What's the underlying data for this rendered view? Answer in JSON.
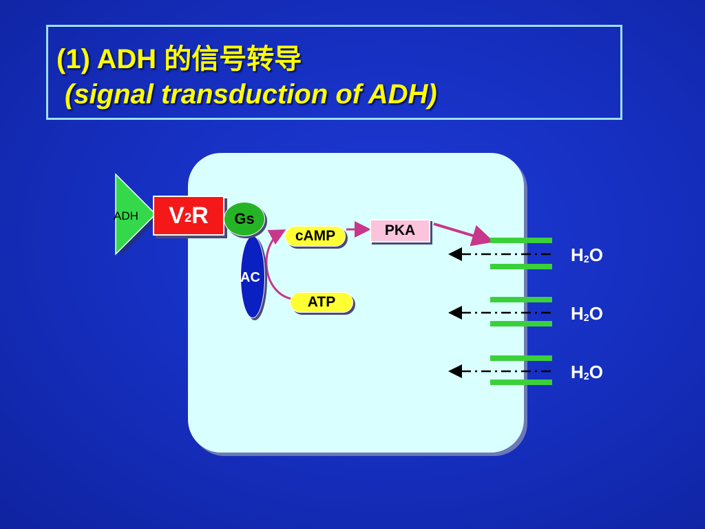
{
  "title": {
    "line1": "(1) ADH 的信号转导",
    "line2": "(signal transduction of ADH)"
  },
  "diagram": {
    "ligand": "ADH",
    "receptor": {
      "base": "V",
      "sub": "2",
      "tail": "R"
    },
    "g_protein": "Gs",
    "enzyme": "AC",
    "second_messenger": "cAMP",
    "substrate": "ATP",
    "kinase": "PKA",
    "water_channels": [
      {
        "base": "H",
        "sub": "2",
        "tail": "O"
      },
      {
        "base": "H",
        "sub": "2",
        "tail": "O"
      },
      {
        "base": "H",
        "sub": "2",
        "tail": "O"
      }
    ]
  },
  "colors": {
    "background": "#1630c2",
    "title_text": "#ffff00",
    "title_border": "#9ee0ef",
    "cell": "#d9ffff",
    "adh": "#33d94a",
    "receptor": "#f41818",
    "gs": "#25b425",
    "ac": "#0a20c0",
    "camp_atp": "#ffff33",
    "pka": "#fbc4dc",
    "arrows": "#c8378a",
    "aquaporin": "#3bd03b"
  }
}
